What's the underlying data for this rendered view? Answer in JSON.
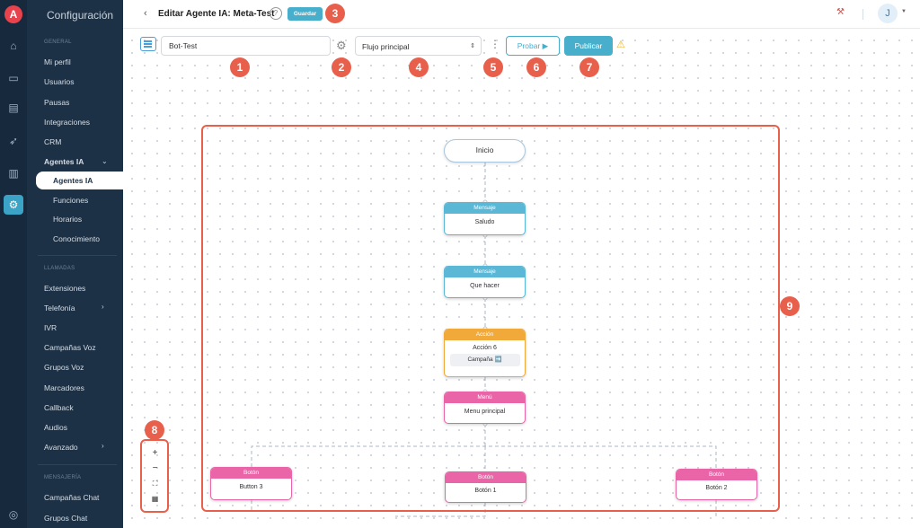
{
  "rail": {
    "logo": "A",
    "icons": [
      "home-icon",
      "monitor-icon",
      "clipboard-icon",
      "rocket-icon",
      "chart-icon",
      "settings-icon",
      "lifebuoy-icon"
    ]
  },
  "sidebar": {
    "title": "Configuración",
    "general_label": "GENERAL",
    "general_items": [
      "Mi perfil",
      "Usuarios",
      "Pausas",
      "Integraciones",
      "CRM",
      "Agentes IA"
    ],
    "agentes_sub": [
      "Agentes IA",
      "Funciones",
      "Horarios",
      "Conocimiento"
    ],
    "llamadas_label": "LLAMADAS",
    "llamadas_items": [
      "Extensiones",
      "Telefonía",
      "IVR",
      "Campañas Voz",
      "Grupos Voz",
      "Marcadores",
      "Callback",
      "Audios",
      "Avanzado"
    ],
    "mensajeria_label": "MENSAJERÍA",
    "mensajeria_items": [
      "Campañas Chat",
      "Grupos Chat"
    ]
  },
  "header": {
    "title": "Editar Agente IA: Meta-Test",
    "help": "?",
    "save": "Guardar",
    "avatar": "J"
  },
  "toolbar": {
    "bot_name": "Bot-Test",
    "flow_select": "Flujo principal",
    "probar": "Probar",
    "publicar": "Publicar"
  },
  "flow": {
    "start": "Inicio",
    "nodes": [
      {
        "header": "Mensaje",
        "body": "Saludo"
      },
      {
        "header": "Mensaje",
        "body": "Que hacer"
      },
      {
        "header": "Acción",
        "body": "Acción 6",
        "sub": "Campaña ➡️"
      },
      {
        "header": "Menú",
        "body": "Menu principal"
      },
      {
        "header": "Botón",
        "body": "Button 3"
      },
      {
        "header": "Botón",
        "body": "Botón 1"
      },
      {
        "header": "Botón",
        "body": "Botón 2"
      }
    ]
  },
  "badges": [
    "1",
    "2",
    "3",
    "4",
    "5",
    "6",
    "7",
    "8",
    "9"
  ],
  "colors": {
    "accent": "#47aecb",
    "badge": "#e8604c",
    "message": "#5bb7d6",
    "action": "#f1a93a",
    "menu": "#ea64a8",
    "sidebar": "#1d3146"
  }
}
